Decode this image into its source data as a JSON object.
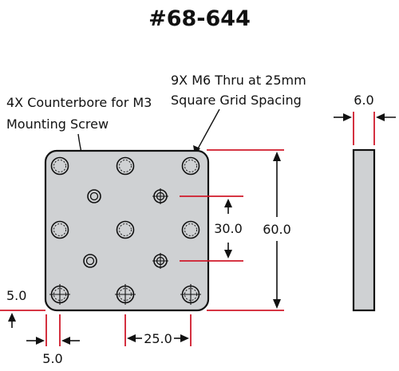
{
  "title": "#68-644",
  "callouts": {
    "thru_holes_line1": "9X M6 Thru at 25mm",
    "thru_holes_line2": "Square Grid Spacing",
    "counterbore_line1": "4X Counterbore for M3",
    "counterbore_line2": "Mounting Screw"
  },
  "dimensions": {
    "thickness": "6.0",
    "height": "60.0",
    "counterbore_spacing": "30.0",
    "edge_offset_x": "5.0",
    "edge_offset_y": "5.0",
    "grid_spacing": "25.0"
  },
  "colors": {
    "plate_fill": "#cfd1d3",
    "extension_lines": "#d0192a",
    "outline": "#111111"
  }
}
